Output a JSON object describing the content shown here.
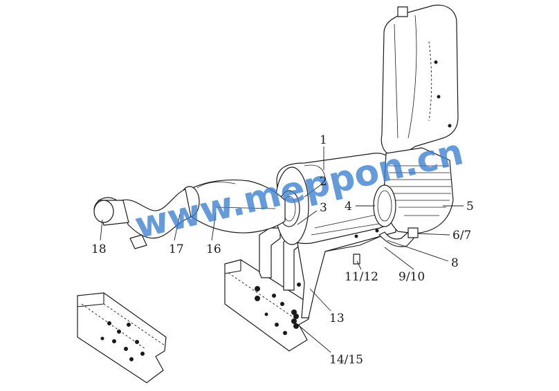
{
  "watermark": "www.meppon.cn",
  "labels": {
    "l1": "1",
    "l2": "2",
    "l3": "3",
    "l4": "4",
    "l5": "5",
    "l6_7": "6/7",
    "l8": "8",
    "l9_10": "9/10",
    "l11_12": "11/12",
    "l13": "13",
    "l14_15": "14/15",
    "l16": "16",
    "l17": "17",
    "l18": "18"
  }
}
